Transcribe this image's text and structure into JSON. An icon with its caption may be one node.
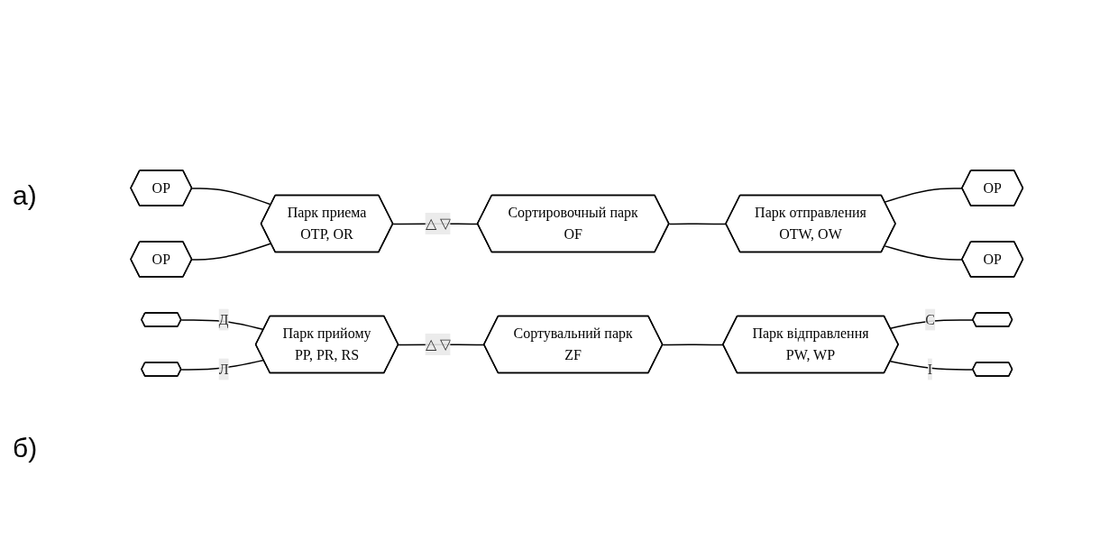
{
  "diagram": {
    "nodes": [
      {
        "text": [
          "ОР"
        ]
      },
      {
        "text": [
          "ОР"
        ]
      },
      {
        "text": [
          "Парк приема",
          "ОТР, OR"
        ]
      },
      {
        "text": [
          "Сортировочный парк",
          "OF"
        ]
      },
      {
        "text": [
          "Парк отправления",
          "OTW, OW"
        ]
      },
      {
        "text": [
          "ОР"
        ]
      },
      {
        "text": [
          "ОР"
        ]
      },
      {
        "text": [],
        "shape": "hexagon"
      },
      {
        "text": [],
        "shape": "hexagon"
      },
      {
        "text": [
          "Парк прийому",
          "PP, PR, RS"
        ]
      },
      {
        "text": [
          "Сортувальний парк",
          "ZF"
        ]
      },
      {
        "text": [
          "Парк відправлення",
          "PW, WP"
        ]
      },
      {
        "text": [],
        "shape": "hexagon"
      },
      {
        "text": [],
        "shape": "hexagon"
      }
    ],
    "edges": [
      {
        "from": 0,
        "to": 2,
        "arrow": "none"
      },
      {
        "from": 1,
        "to": 2,
        "arrow": "none"
      },
      {
        "from": 2,
        "to": 3,
        "arrow": "none",
        "label": "△ ▽"
      },
      {
        "from": 3,
        "to": 4,
        "arrow": "none"
      },
      {
        "from": 4,
        "to": 5,
        "arrow": "none"
      },
      {
        "from": 4,
        "to": 6,
        "arrow": "none"
      },
      {
        "from": 7,
        "to": 9,
        "arrow": "none",
        "label": "Д"
      },
      {
        "from": 8,
        "to": 9,
        "arrow": "none",
        "label": "Л"
      },
      {
        "from": 9,
        "to": 10,
        "arrow": "none",
        "label": "△ ▽"
      },
      {
        "from": 10,
        "to": 11,
        "arrow": "none"
      },
      {
        "from": 11,
        "to": 12,
        "arrow": "none",
        "label": "С"
      },
      {
        "from": 11,
        "to": 13,
        "arrow": "none",
        "label": "І"
      }
    ],
    "labels": [
      "а)",
      "б)"
    ]
  }
}
